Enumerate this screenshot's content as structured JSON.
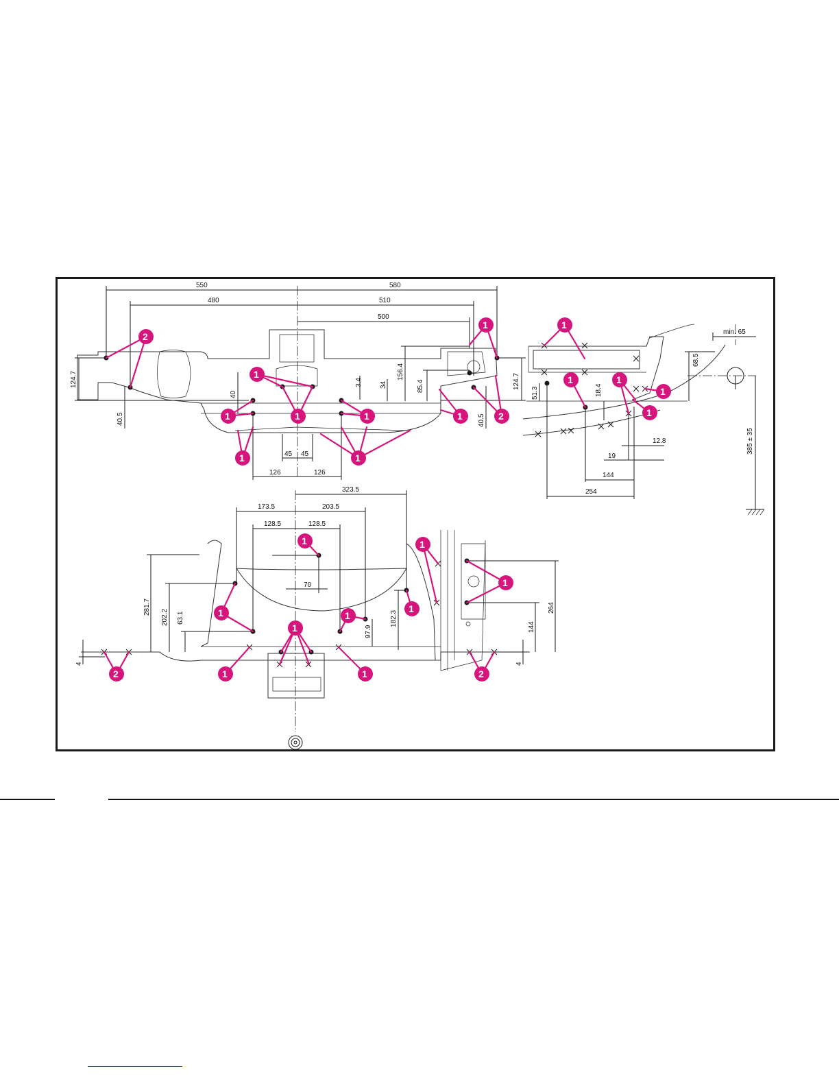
{
  "figure": {
    "title": "",
    "colors": {
      "callout": "#d6157c",
      "line": "#1a1a1a",
      "link": "#2b3fc8"
    },
    "legend_markers": {
      "one": "1",
      "two": "2"
    },
    "top_view_dims": {
      "d550": "550",
      "d580": "580",
      "d480": "480",
      "d510": "510",
      "d500": "500",
      "d124_7_left": "124.7",
      "d124_7_right": "124.7",
      "d40_5_left": "40.5",
      "d40_5_right": "40.5",
      "d40": "40",
      "d3_4": "3.4",
      "d34": "34",
      "d156_4": "156.4",
      "d85_4": "85.4",
      "d45_left": "45",
      "d45_right": "45",
      "d126_left": "126",
      "d126_right": "126"
    },
    "side_view_dims": {
      "min65": "min. 65",
      "d68_5": "68.5",
      "d51_3": "51.3",
      "d18_4": "18.4",
      "d12_8": "12.8",
      "d19": "19",
      "d144": "144",
      "d254": "254",
      "d385": "385 ± 35"
    },
    "bottom_view_dims": {
      "d323_5": "323.5",
      "d173_5": "173.5",
      "d203_5": "203.5",
      "d128_5_left": "128.5",
      "d128_5_right": "128.5",
      "d70": "70",
      "d281_7": "281.7",
      "d202_2": "202.2",
      "d63_1": "63.1",
      "d4_left": "4",
      "d97_9": "97.9",
      "d182_3": "182.3",
      "d264": "264",
      "d144": "144",
      "d4_right": "4"
    }
  }
}
